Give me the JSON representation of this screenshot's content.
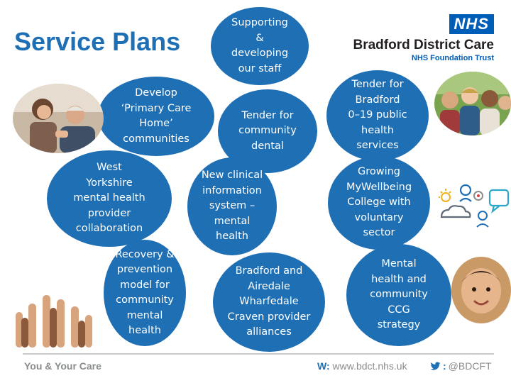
{
  "slide": {
    "title": "Service Plans",
    "bubbles": {
      "supporting_staff": [
        "Supporting",
        "&",
        "developing",
        "our staff"
      ],
      "primary_care_home": [
        "Develop",
        "‘Primary Care",
        "Home’",
        "communities"
      ],
      "community_dental": [
        "Tender for",
        "community",
        "dental"
      ],
      "bradford_0_19": [
        "Tender for",
        "Bradford",
        "0–19 public",
        "health",
        "services"
      ],
      "west_yorkshire": [
        "West",
        "Yorkshire",
        "mental health",
        "provider",
        "collaboration"
      ],
      "clinical_info_system": [
        "New clinical",
        "information",
        "system –",
        "mental",
        "health"
      ],
      "mywellbeing_college": [
        "Growing",
        "MyWellbeing",
        "College with",
        "voluntary",
        "sector"
      ],
      "recovery_prevention": [
        "Recovery &",
        "prevention",
        "model for",
        "community",
        "mental",
        "health"
      ],
      "provider_alliances": [
        "Bradford and",
        "Airedale",
        "Wharfedale",
        "Craven provider",
        "alliances"
      ],
      "ccg_strategy": [
        "Mental",
        "health and",
        "community",
        "CCG",
        "strategy"
      ]
    }
  },
  "logo": {
    "badge": "NHS",
    "org_name": "Bradford District Care",
    "org_sub": "NHS Foundation Trust"
  },
  "footer": {
    "strapline": "You & Your Care",
    "web_prefix": "W:",
    "web_url": "www.bdct.nhs.uk",
    "twitter_prefix": ":",
    "twitter_handle": "@BDCFT"
  },
  "colors": {
    "bubble": "#1f6fb5",
    "nhs_blue": "#005eb8",
    "footer_grey": "#8a8c8e"
  }
}
